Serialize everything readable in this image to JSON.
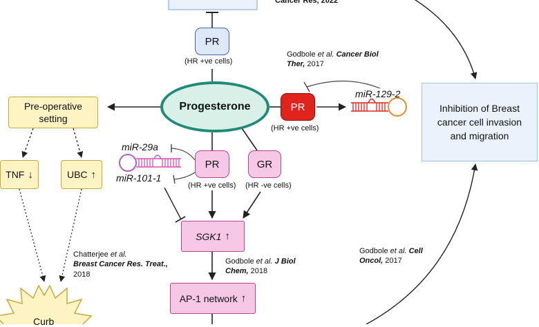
{
  "nodes": {
    "progesterone": "Progesterone",
    "pr_top": "PR",
    "pr_top_cells": "(HR +ve cells)",
    "pr_red": "PR",
    "pr_red_cells": "(HR +ve cells)",
    "pr_mid": "PR",
    "pr_mid_cells": "(HR +ve cells)",
    "gr": "GR",
    "gr_cells": "(HR -ve cells)",
    "preop": "Pre-operative setting",
    "tnf": "TNF",
    "tnf_arrow": "↓",
    "ubc": "UBC",
    "ubc_arrow": "↑",
    "sgk1": "SGK1",
    "sgk1_arrow": "↑",
    "ap1": "AP-1 network",
    "ap1_arrow": "↑",
    "inhibition": "Inhibition of Breast cancer cell invasion and migration",
    "curb": "Curb",
    "top_partial": "Cancer Res, 2022"
  },
  "mirnas": {
    "mir129": "miR-129-2",
    "mir29a": "miR-29a",
    "mir101": "miR-101-1"
  },
  "citations": {
    "godbole_cbt_author": "Godbole ",
    "godbole_cbt_etal": "et al.",
    "godbole_cbt_journal": " Cancer Biol Ther,",
    "godbole_cbt_year": " 2017",
    "chatterjee_author": "Chatterjee ",
    "chatterjee_etal": "et al.",
    "chatterjee_journal": "Breast Cancer Res. Treat.,",
    "chatterjee_year": " 2018",
    "godbole_jbc_author": "Godbole ",
    "godbole_jbc_etal": "et al.",
    "godbole_jbc_journal": " J Biol Chem,",
    "godbole_jbc_year": " 2018",
    "godbole_co_author": "Godbole ",
    "godbole_co_etal": "et al.",
    "godbole_co_journal": " Cell Oncol,",
    "godbole_co_year": " 2017"
  },
  "colors": {
    "pink_node": "#f7c8e6",
    "red_node": "#e0231d",
    "yellow_node": "#fdf3c3",
    "blue_node": "#dde8f8",
    "progesterone_border": "#1f8a77",
    "mirna_stem_pink": "#d94fb8",
    "mirna_stem_red": "#e0231d",
    "mirna_loop": "#f08a24"
  }
}
